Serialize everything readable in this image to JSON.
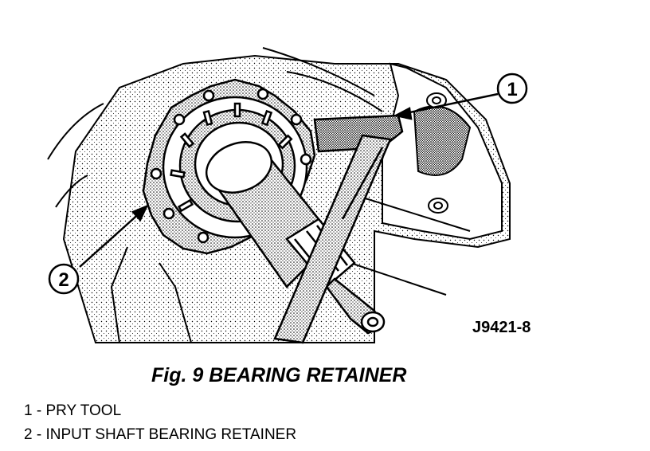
{
  "figure": {
    "code": "J9421-8",
    "caption": "Fig. 9 BEARING RETAINER"
  },
  "callouts": [
    {
      "number": "1",
      "label": "PRY TOOL"
    },
    {
      "number": "2",
      "label": "INPUT SHAFT BEARING RETAINER"
    }
  ],
  "legend": [
    "1 - PRY TOOL",
    "2 - INPUT SHAFT BEARING RETAINER"
  ]
}
